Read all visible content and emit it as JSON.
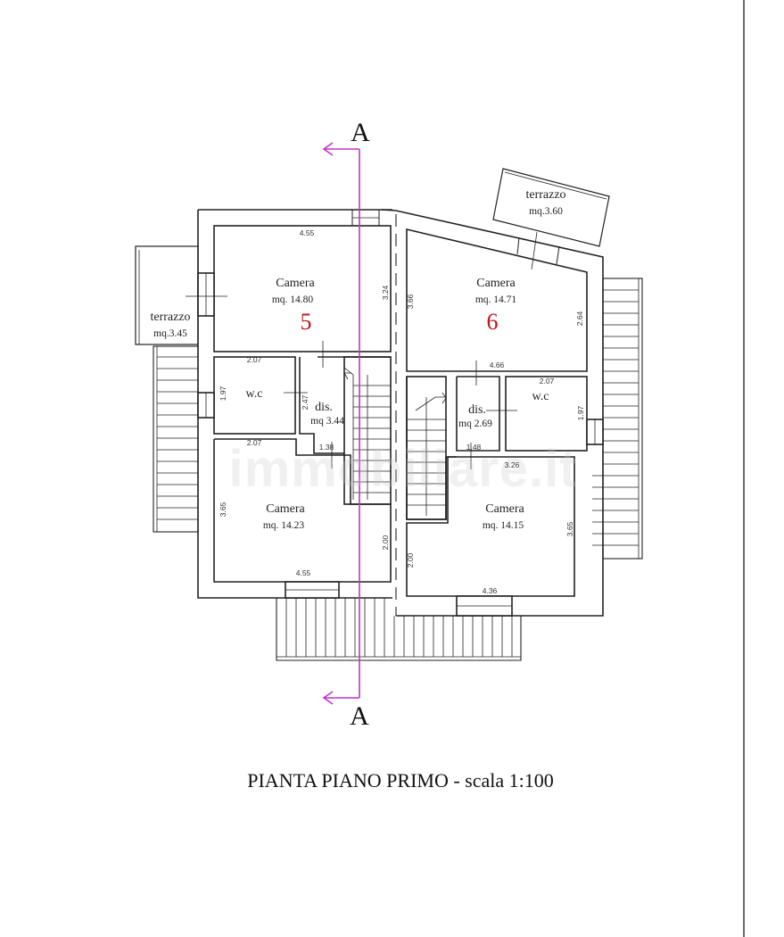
{
  "plan": {
    "caption": "PIANTA PIANO PRIMO - scala 1:100",
    "section_marker": {
      "label_top": "A",
      "label_bottom": "A",
      "color": "#c034c8"
    },
    "watermark": "immobiliare.it",
    "units": [
      {
        "number": "5",
        "color": "#c0161d"
      },
      {
        "number": "6",
        "color": "#c0161d"
      }
    ],
    "rooms": [
      {
        "id": "u5-camera-top",
        "name": "Camera",
        "area": "mq. 14.80",
        "dims": [
          "4.55",
          "3.24"
        ]
      },
      {
        "id": "u5-terrazzo",
        "name": "terrazzo",
        "area": "mq.3.45"
      },
      {
        "id": "u5-wc",
        "name": "w.c",
        "dims": [
          "2.07",
          "1.97"
        ]
      },
      {
        "id": "u5-dis",
        "name": "dis.",
        "area": "mq 3.44",
        "dims": [
          "2.47",
          "1.38"
        ]
      },
      {
        "id": "u5-camera-bottom",
        "name": "Camera",
        "area": "mq. 14.23",
        "dims": [
          "2.07",
          "3.65",
          "2.00",
          "4.55"
        ]
      },
      {
        "id": "u6-camera-top",
        "name": "Camera",
        "area": "mq. 14.71",
        "dims": [
          "3.66",
          "2.64",
          "4.66"
        ]
      },
      {
        "id": "u6-terrazzo",
        "name": "terrazzo",
        "area": "mq.3.60"
      },
      {
        "id": "u6-wc",
        "name": "w.c",
        "dims": [
          "2.07",
          "1.97"
        ]
      },
      {
        "id": "u6-dis",
        "name": "dis.",
        "area": "mq 2.69",
        "dims": [
          "1.48"
        ]
      },
      {
        "id": "u6-camera-bottom",
        "name": "Camera",
        "area": "mq. 14.15",
        "dims": [
          "3.26",
          "3.65",
          "2.00",
          "4.36"
        ]
      }
    ]
  }
}
